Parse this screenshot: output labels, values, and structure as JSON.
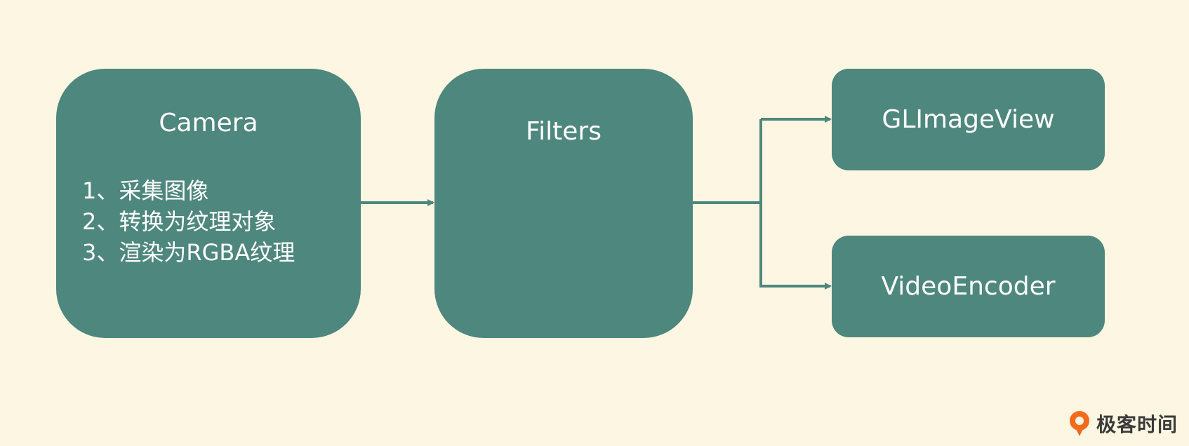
{
  "nodes": {
    "camera": {
      "title": "Camera",
      "steps": [
        "1、采集图像",
        "2、转换为纹理对象",
        "3、渲染为RGBA纹理"
      ]
    },
    "filters": {
      "title": "Filters"
    },
    "glimageview": {
      "title": "GLImageView"
    },
    "videoencoder": {
      "title": "VideoEncoder"
    }
  },
  "edges": [
    {
      "from": "Camera",
      "to": "Filters"
    },
    {
      "from": "Filters",
      "to": "GLImageView"
    },
    {
      "from": "Filters",
      "to": "VideoEncoder"
    }
  ],
  "brand": {
    "name": "极客时间"
  },
  "colors": {
    "background": "#fdf6e3",
    "node_fill": "#4e877d",
    "node_text": "#ffffff",
    "edge": "#4e877d",
    "logo_orange": "#f26b1d"
  }
}
